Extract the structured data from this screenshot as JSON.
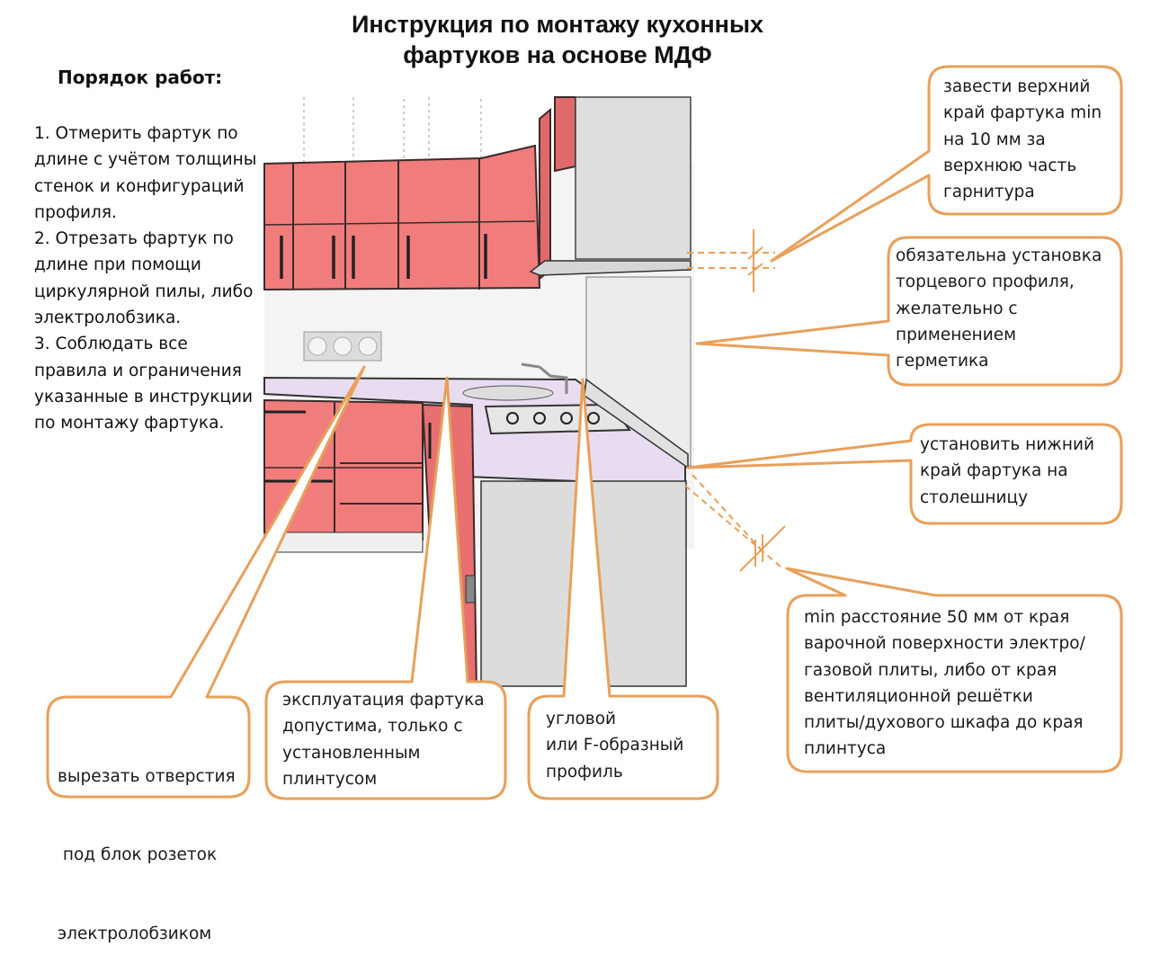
{
  "title": {
    "line1": "Инструкция по монтажу кухонных",
    "line2": "фартуков на основе МДФ"
  },
  "procedure": {
    "heading": "Порядок работ:",
    "steps": [
      "1. Отмерить фартук по длине с учётом толщины стенок и конфигураций профиля.",
      "2. Отрезать фартук  по длине при помощи циркулярной пилы, либо электролобзика.",
      "3. Соблюдать все правила и ограничения указанные в инструкции по монтажу фартука."
    ]
  },
  "callouts": {
    "top_edge": [
      "завести верхний",
      "край фартука min",
      "на 10 мм за",
      "верхнюю часть",
      "гарнитура"
    ],
    "end_profile": [
      "обязательна установка",
      "торцевого профиля,",
      "желательно с",
      "применением",
      "герметика"
    ],
    "bottom_edge": [
      "установить нижний",
      "край фартука на",
      "столешницу"
    ],
    "min_distance": [
      "min расстояние 50 мм от края",
      "варочной поверхности электро/",
      "газовой плиты, либо от края",
      "вентиляционной решётки",
      "плиты/духового шкафа до края",
      "плинтуса"
    ],
    "sockets": [
      "вырезать отверстия",
      " под блок розеток",
      "электролобзиком"
    ],
    "plinth": [
      "эксплуатация фартука",
      "допустима, только с",
      "установленным",
      "плинтусом"
    ],
    "corner_profile": [
      "угловой",
      "или F-образный",
      "профиль"
    ]
  },
  "colors": {
    "callout_border": "#E8A05A",
    "cabinet_red": "#F07C7C",
    "countertop": "#E8DDF0",
    "appliance_gray": "#DCDCDC"
  }
}
